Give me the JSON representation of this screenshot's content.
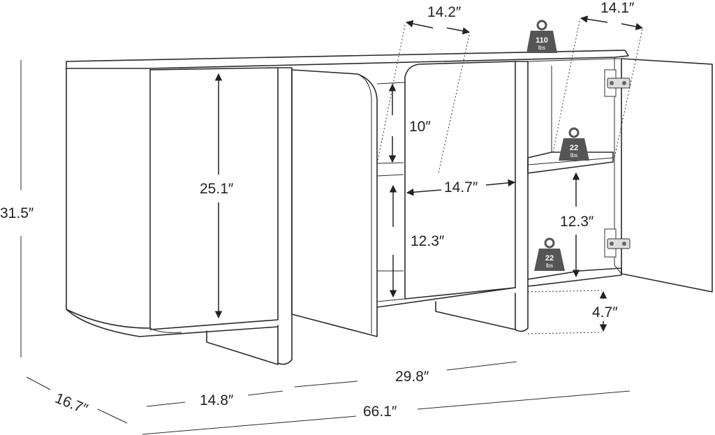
{
  "dimensions": {
    "total_height": "31.5″",
    "depth": "16.7″",
    "total_width": "66.1″",
    "section_width": "14.8″",
    "middle_width": "29.8″",
    "interior_height": "25.1″",
    "upper_shelf_height": "10″",
    "lower_shelf_height": "12.3″",
    "right_shelf_height": "12.3″",
    "interior_width": "14.7″",
    "door_width_middle": "14.2″",
    "door_width_right": "14.1″",
    "leg_height": "4.7″"
  },
  "weights": {
    "top": {
      "value": "110",
      "unit": "lbs"
    },
    "upper_shelf": {
      "value": "22",
      "unit": "lbs"
    },
    "lower_shelf": {
      "value": "22",
      "unit": "lbs"
    }
  },
  "colors": {
    "line": "#2a2a2a",
    "weight_badge": "#555555",
    "background": "#ffffff"
  }
}
